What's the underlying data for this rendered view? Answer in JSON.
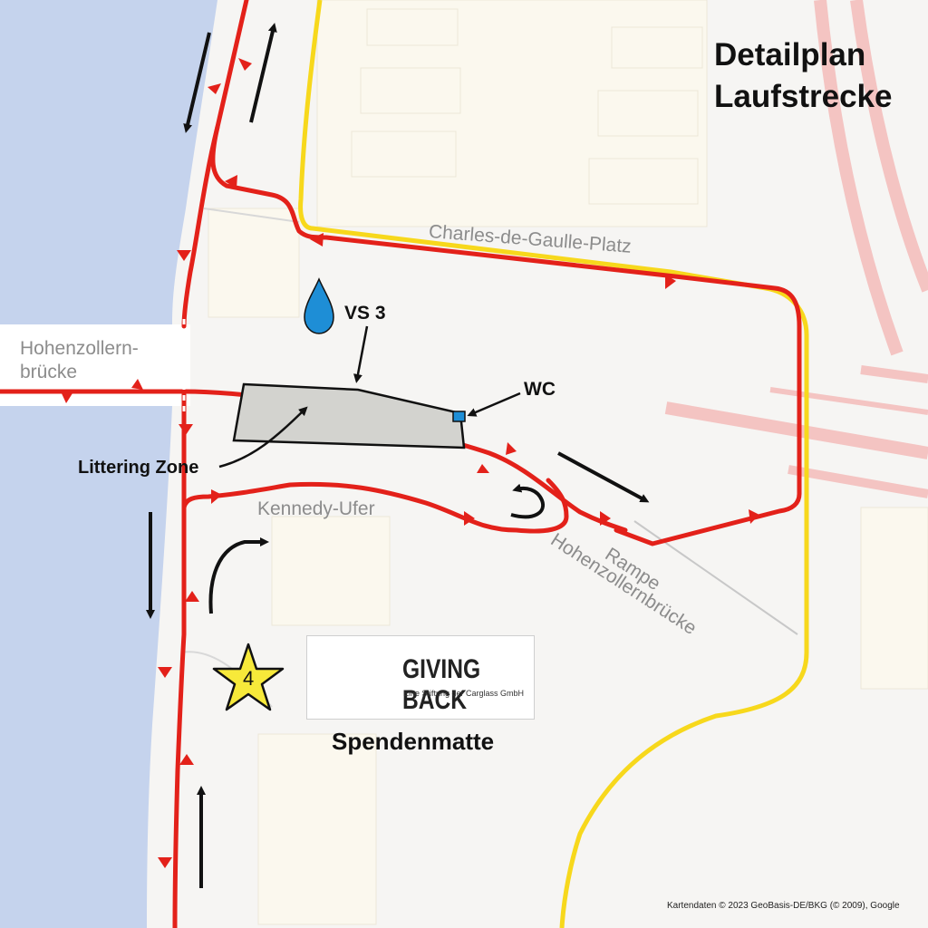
{
  "title": {
    "line1": "Detailplan",
    "line2": "Laufstrecke"
  },
  "streets": {
    "charles": "Charles-de-Gaulle-Platz",
    "kennedy": "Kennedy-Ufer",
    "hohenzollern_line1": "Hohenzollern-",
    "hohenzollern_line2": "brücke",
    "rampe_line1": "Rampe",
    "rampe_line2": "Hohenzollernbrücke"
  },
  "markers": {
    "water_station": "VS 3",
    "wc": "WC",
    "littering_zone": "Littering Zone",
    "donation_station_number": "4",
    "donation_label": "Spendenmatte"
  },
  "sponsor": {
    "name": "GIVING BACK",
    "tagline": "Eine Stiftung der Carglass GmbH"
  },
  "attribution": "Kartendaten © 2023 GeoBasis-DE/BKG (© 2009), Google",
  "colors": {
    "route": "#e3211a",
    "yellow_route": "#f7d81c",
    "water": "#c5d3ed",
    "littering_zone": "#d3d3cf",
    "wc_marker": "#1e8ed6",
    "water_drop": "#1e8ed6",
    "star": "#f7e93a"
  }
}
